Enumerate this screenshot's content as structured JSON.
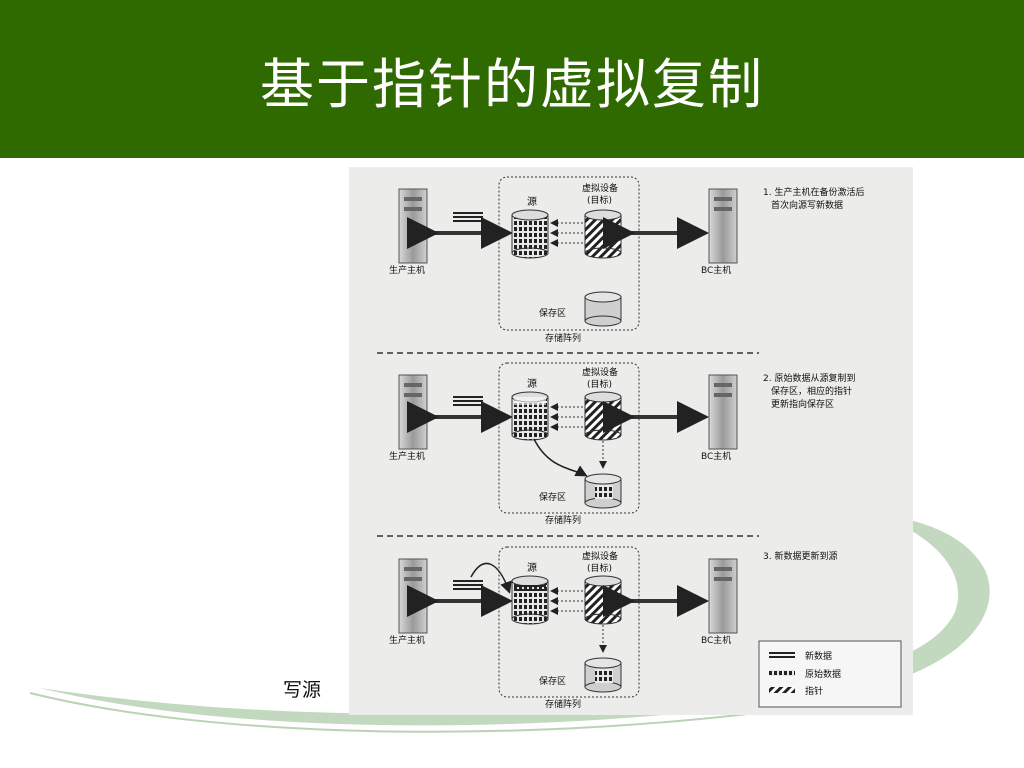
{
  "slide": {
    "title": "基于指针的虚拟复制",
    "caption": "写源"
  },
  "colors": {
    "header_bg": "#2f6a00",
    "swoosh": "#b9d2b4"
  },
  "diagram": {
    "labels": {
      "source": "源",
      "virtual_device": "虚拟设备",
      "target": "(目标)",
      "save_area": "保存区",
      "storage_array": "存储阵列",
      "production_host": "生产主机",
      "bc_host": "BC主机"
    },
    "steps": [
      {
        "line1": "1. 生产主机在备份激活后",
        "line2": "首次向源写新数据",
        "line3": ""
      },
      {
        "line1": "2. 原始数据从源复制到",
        "line2": "保存区，相应的指针",
        "line3": "更新指向保存区"
      },
      {
        "line1": "3. 新数据更新到源",
        "line2": "",
        "line3": ""
      }
    ],
    "legend": {
      "new_data": "新数据",
      "original_data": "原始数据",
      "pointer": "指针"
    }
  }
}
